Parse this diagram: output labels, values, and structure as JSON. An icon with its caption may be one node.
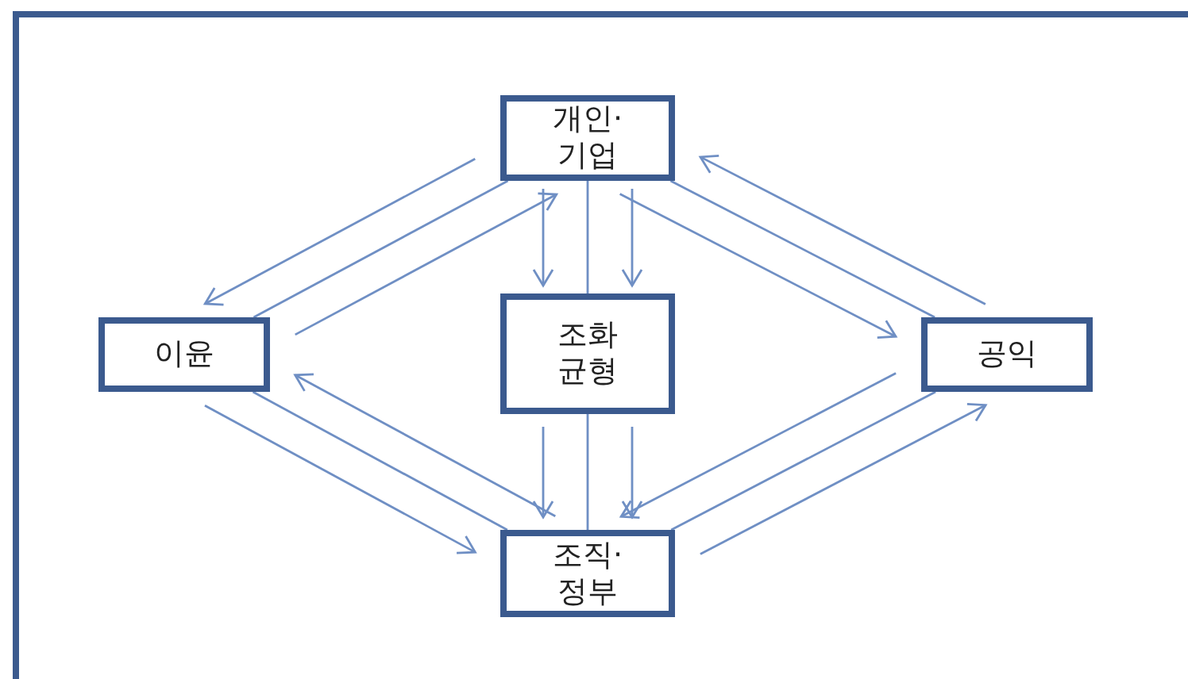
{
  "diagram": {
    "nodes": [
      {
        "text": [
          "개인·기업"
        ]
      },
      {
        "text": [
          "이윤"
        ]
      },
      {
        "text": [
          "조화 균형"
        ]
      },
      {
        "text": [
          "공익"
        ]
      },
      {
        "text": [
          "조직·정부"
        ]
      }
    ],
    "edges": [
      {
        "from": 0,
        "to": 1,
        "arrow": "none"
      },
      {
        "from": 0,
        "to": 1,
        "arrow": "to"
      },
      {
        "from": 1,
        "to": 0,
        "arrow": "to"
      },
      {
        "from": 0,
        "to": 3,
        "arrow": "none"
      },
      {
        "from": 3,
        "to": 0,
        "arrow": "to"
      },
      {
        "from": 0,
        "to": 3,
        "arrow": "to"
      },
      {
        "from": 0,
        "to": 2,
        "arrow": "none"
      },
      {
        "from": 0,
        "to": 2,
        "arrow": "to"
      },
      {
        "from": 0,
        "to": 2,
        "arrow": "to"
      },
      {
        "from": 2,
        "to": 4,
        "arrow": "none"
      },
      {
        "from": 2,
        "to": 4,
        "arrow": "to"
      },
      {
        "from": 2,
        "to": 4,
        "arrow": "to"
      },
      {
        "from": 1,
        "to": 4,
        "arrow": "none"
      },
      {
        "from": 4,
        "to": 1,
        "arrow": "to"
      },
      {
        "from": 1,
        "to": 4,
        "arrow": "to"
      },
      {
        "from": 3,
        "to": 4,
        "arrow": "none"
      },
      {
        "from": 3,
        "to": 4,
        "arrow": "to"
      },
      {
        "from": 4,
        "to": 3,
        "arrow": "to"
      }
    ]
  }
}
